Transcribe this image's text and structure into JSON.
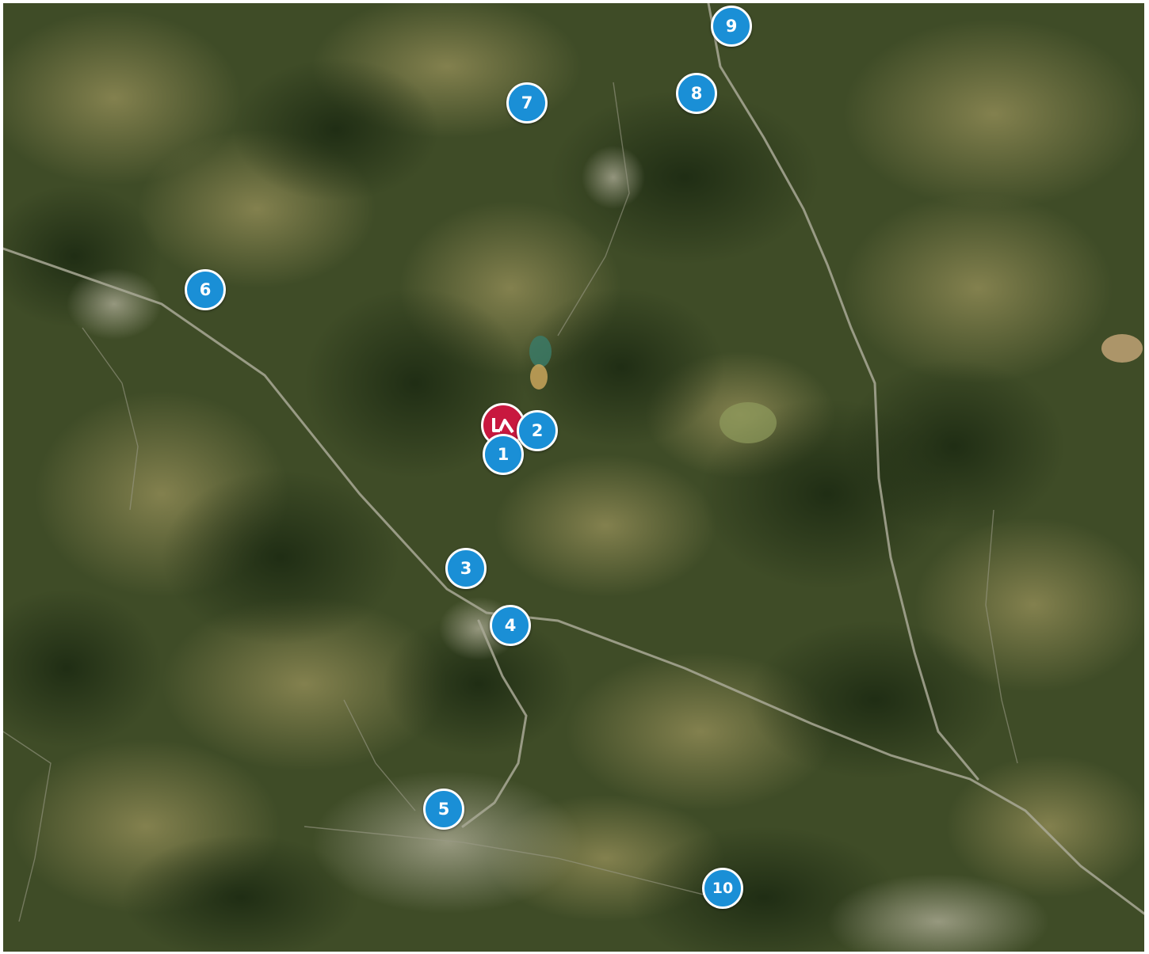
{
  "map": {
    "type": "satellite",
    "colors": {
      "pin_fill": "#1a8fd6",
      "pin_border": "#ffffff",
      "logo_fill": "#c8183f",
      "forest": "#2e3d1d",
      "field": "#7d7a4c"
    }
  },
  "logo_marker": {
    "icon": "brand-logo-icon"
  },
  "markers": [
    {
      "label": "1"
    },
    {
      "label": "2"
    },
    {
      "label": "3"
    },
    {
      "label": "4"
    },
    {
      "label": "5"
    },
    {
      "label": "6"
    },
    {
      "label": "7"
    },
    {
      "label": "8"
    },
    {
      "label": "9"
    },
    {
      "label": "10"
    }
  ]
}
